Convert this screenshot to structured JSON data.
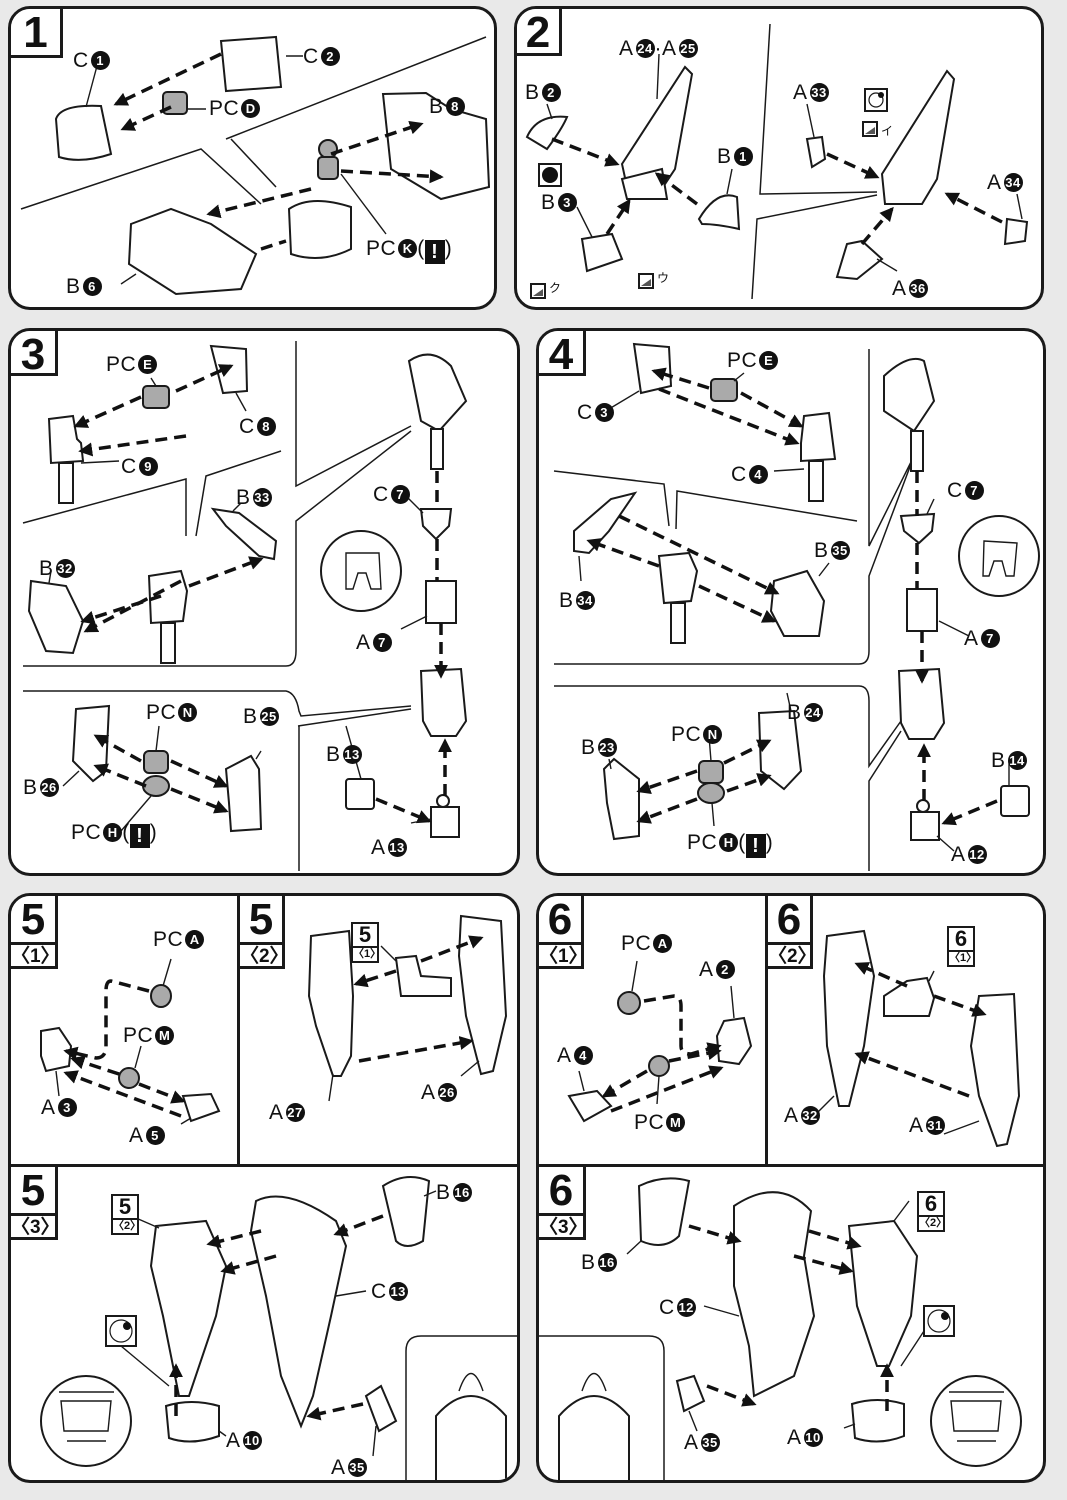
{
  "page": {
    "background": "#e9e9e9",
    "ink": "#1a1a1a"
  },
  "steps": [
    {
      "id": "1",
      "number": "1",
      "labels": {
        "c1": {
          "letter": "C",
          "num": "1"
        },
        "c2": {
          "letter": "C",
          "num": "2"
        },
        "pcd": {
          "letter": "PC",
          "num": "D"
        },
        "b8": {
          "letter": "B",
          "num": "8"
        },
        "b6": {
          "letter": "B",
          "num": "6"
        },
        "pck": {
          "letter": "PC",
          "num": "K",
          "note": "!"
        }
      }
    },
    {
      "id": "2",
      "number": "2",
      "labels": {
        "a24a25": {
          "text": "A",
          "num": "24",
          "sep": "·A",
          "num2": "25"
        },
        "b2": {
          "letter": "B",
          "num": "2"
        },
        "b1": {
          "letter": "B",
          "num": "1"
        },
        "b3": {
          "letter": "B",
          "num": "3"
        },
        "a33": {
          "letter": "A",
          "num": "33"
        },
        "a34": {
          "letter": "A",
          "num": "34"
        },
        "a36": {
          "letter": "A",
          "num": "36"
        }
      },
      "stickers": [
        "ク",
        "ウ",
        "イ"
      ]
    },
    {
      "id": "3",
      "number": "3",
      "labels": {
        "pce": {
          "letter": "PC",
          "num": "E"
        },
        "c8": {
          "letter": "C",
          "num": "8"
        },
        "c9": {
          "letter": "C",
          "num": "9"
        },
        "b33": {
          "letter": "B",
          "num": "33"
        },
        "b32": {
          "letter": "B",
          "num": "32"
        },
        "c7": {
          "letter": "C",
          "num": "7"
        },
        "a7": {
          "letter": "A",
          "num": "7"
        },
        "pcn": {
          "letter": "PC",
          "num": "N"
        },
        "b25": {
          "letter": "B",
          "num": "25"
        },
        "b26": {
          "letter": "B",
          "num": "26"
        },
        "pch": {
          "letter": "PC",
          "num": "H",
          "note": "!"
        },
        "b13": {
          "letter": "B",
          "num": "13"
        },
        "a13": {
          "letter": "A",
          "num": "13"
        }
      }
    },
    {
      "id": "4",
      "number": "4",
      "labels": {
        "pce": {
          "letter": "PC",
          "num": "E"
        },
        "c3": {
          "letter": "C",
          "num": "3"
        },
        "c4": {
          "letter": "C",
          "num": "4"
        },
        "b34": {
          "letter": "B",
          "num": "34"
        },
        "b35": {
          "letter": "B",
          "num": "35"
        },
        "c7": {
          "letter": "C",
          "num": "7"
        },
        "a7": {
          "letter": "A",
          "num": "7"
        },
        "b24": {
          "letter": "B",
          "num": "24"
        },
        "b23": {
          "letter": "B",
          "num": "23"
        },
        "pcn": {
          "letter": "PC",
          "num": "N"
        },
        "pch": {
          "letter": "PC",
          "num": "H",
          "note": "!"
        },
        "b14": {
          "letter": "B",
          "num": "14"
        },
        "a12": {
          "letter": "A",
          "num": "12"
        }
      }
    },
    {
      "id": "5",
      "number": "5",
      "substeps": [
        {
          "sub": "〈1〉",
          "labels": {
            "pca": {
              "letter": "PC",
              "num": "A"
            },
            "pcm": {
              "letter": "PC",
              "num": "M"
            },
            "a3": {
              "letter": "A",
              "num": "3"
            },
            "a5": {
              "letter": "A",
              "num": "5"
            }
          }
        },
        {
          "sub": "〈2〉",
          "ref": {
            "n": "5",
            "s": "〈1〉"
          },
          "labels": {
            "a27": {
              "letter": "A",
              "num": "27"
            },
            "a26": {
              "letter": "A",
              "num": "26"
            }
          }
        },
        {
          "sub": "〈3〉",
          "ref": {
            "n": "5",
            "s": "〈2〉"
          },
          "labels": {
            "b16": {
              "letter": "B",
              "num": "16"
            },
            "c13": {
              "letter": "C",
              "num": "13"
            },
            "a35": {
              "letter": "A",
              "num": "35"
            },
            "a10": {
              "letter": "A",
              "num": "10"
            }
          }
        }
      ]
    },
    {
      "id": "6",
      "number": "6",
      "substeps": [
        {
          "sub": "〈1〉",
          "labels": {
            "pca": {
              "letter": "PC",
              "num": "A"
            },
            "a2": {
              "letter": "A",
              "num": "2"
            },
            "a4": {
              "letter": "A",
              "num": "4"
            },
            "pcm": {
              "letter": "PC",
              "num": "M"
            }
          }
        },
        {
          "sub": "〈2〉",
          "ref": {
            "n": "6",
            "s": "〈1〉"
          },
          "labels": {
            "a32": {
              "letter": "A",
              "num": "32"
            },
            "a31": {
              "letter": "A",
              "num": "31"
            }
          }
        },
        {
          "sub": "〈3〉",
          "ref": {
            "n": "6",
            "s": "〈2〉"
          },
          "labels": {
            "b16": {
              "letter": "B",
              "num": "16"
            },
            "c12": {
              "letter": "C",
              "num": "12"
            },
            "a35": {
              "letter": "A",
              "num": "35"
            },
            "a10": {
              "letter": "A",
              "num": "10"
            }
          }
        }
      ]
    }
  ],
  "symbols": {
    "paren_open": "(",
    "paren_close": ")"
  }
}
